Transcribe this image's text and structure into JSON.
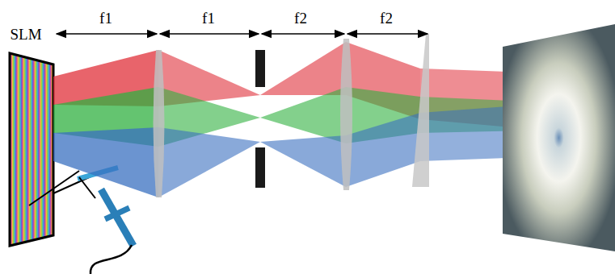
{
  "diagram": {
    "labels": [
      "SLM",
      "f1",
      "f1",
      "f2",
      "f2"
    ]
  }
}
